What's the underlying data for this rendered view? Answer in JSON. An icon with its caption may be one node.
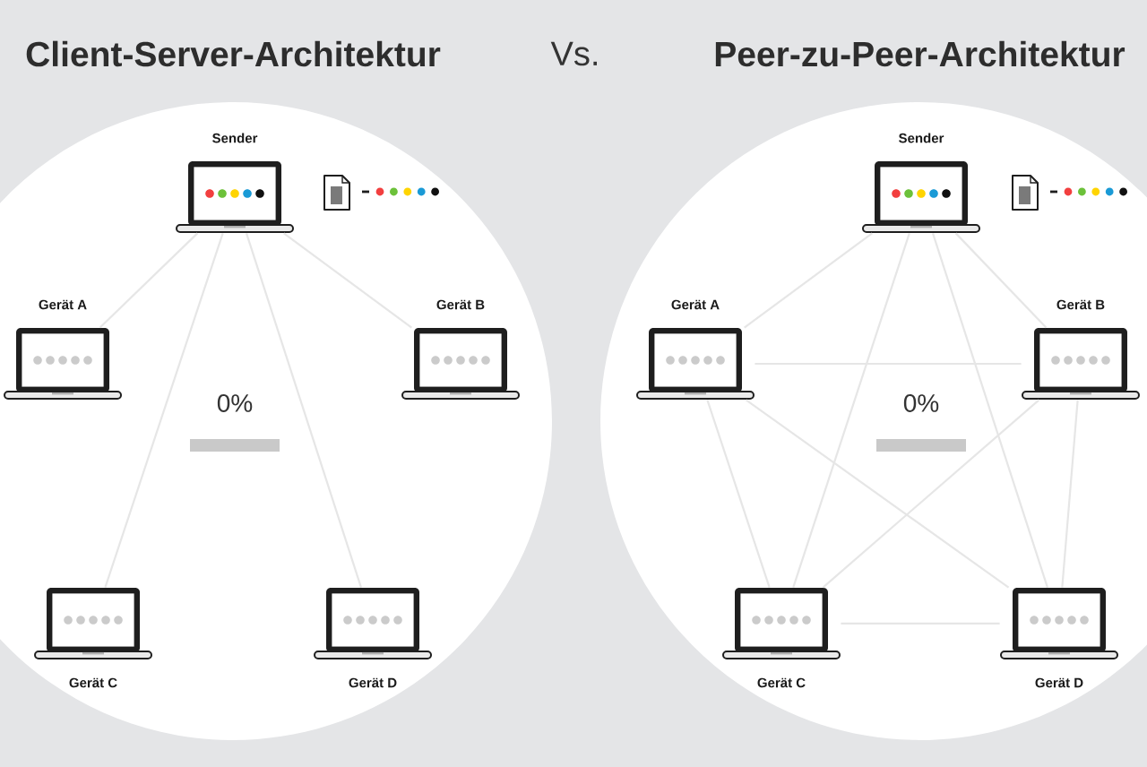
{
  "diagram": {
    "nodes": [
      {
        "text": [
          "Sender"
        ]
      },
      {
        "text": [
          "Gerät A"
        ]
      },
      {
        "text": [
          "Gerät B"
        ]
      },
      {
        "text": [
          "Gerät C"
        ]
      },
      {
        "text": [
          "Gerät D"
        ]
      },
      {
        "text": [
          "Sender"
        ]
      },
      {
        "text": [
          "Gerät A"
        ]
      },
      {
        "text": [
          "Gerät B"
        ]
      },
      {
        "text": [
          "Gerät C"
        ]
      },
      {
        "text": [
          "Gerät D"
        ]
      }
    ],
    "edges": [
      {
        "from": 0,
        "to": 1,
        "arrow": "none"
      },
      {
        "from": 0,
        "to": 2,
        "arrow": "none"
      },
      {
        "from": 0,
        "to": 3,
        "arrow": "none"
      },
      {
        "from": 0,
        "to": 4,
        "arrow": "none"
      },
      {
        "from": 5,
        "to": 6,
        "arrow": "none"
      },
      {
        "from": 5,
        "to": 7,
        "arrow": "none"
      },
      {
        "from": 5,
        "to": 8,
        "arrow": "none"
      },
      {
        "from": 5,
        "to": 9,
        "arrow": "none"
      },
      {
        "from": 6,
        "to": 7,
        "arrow": "none"
      },
      {
        "from": 6,
        "to": 8,
        "arrow": "none"
      },
      {
        "from": 6,
        "to": 9,
        "arrow": "none"
      },
      {
        "from": 7,
        "to": 8,
        "arrow": "none"
      },
      {
        "from": 7,
        "to": 9,
        "arrow": "none"
      },
      {
        "from": 8,
        "to": 9,
        "arrow": "none"
      }
    ],
    "labels": [
      "Client-Server-Architektur",
      "Vs.",
      "Peer-zu-Peer-Architektur",
      "0%",
      "0%"
    ]
  }
}
